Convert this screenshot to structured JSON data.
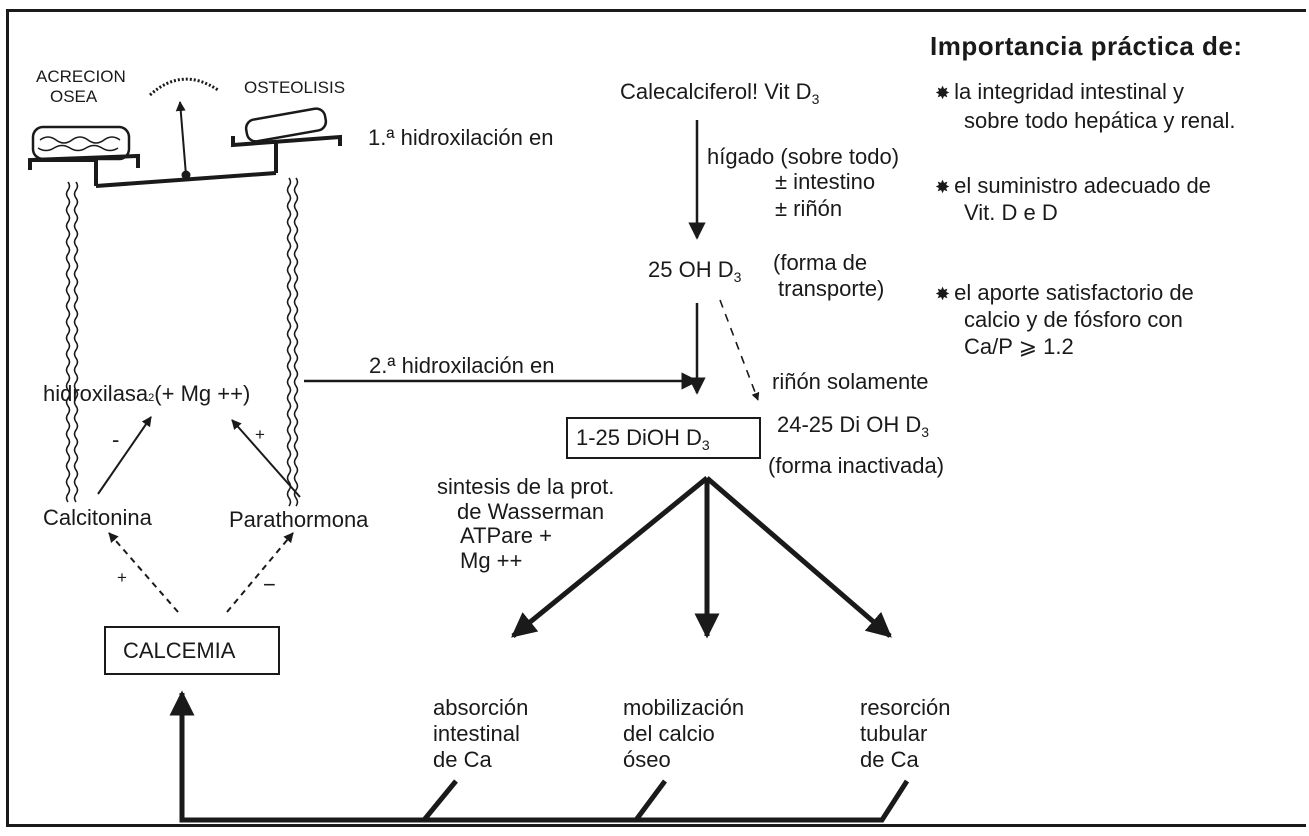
{
  "title": "Importancia práctica de:",
  "balance": {
    "left_label_1": "ACRECION",
    "left_label_2": "OSEA",
    "right_label": "OSTEOLISIS"
  },
  "hydroxylation": {
    "first": "1.ª hidroxilación en",
    "second": "2.ª hidroxilación en"
  },
  "vitamin_d": {
    "source": "Calecalciferol! Vit D",
    "source_sub": "3",
    "liver_1": "hígado (sobre todo)",
    "liver_2": "± intestino",
    "liver_3": "± riñón",
    "form25": "25 OH D",
    "form25_sub": "3",
    "transport_1": "(forma de",
    "transport_2": "transporte)",
    "kidney_only": "riñón solamente",
    "active": "1-25 DiOH D",
    "active_sub": "3",
    "inactive": "24-25 Di OH D",
    "inactive_sub": "3",
    "inactive_note": "(forma inactivada)"
  },
  "regulation": {
    "enzyme": "hidroxilasa",
    "enzyme_mark": "2",
    "enzyme_cofactor": "(+ Mg ++)",
    "minus": "-",
    "plus": "+",
    "calcitonin": "Calcitonina",
    "parathormone": "Parathormona",
    "calcemia": "CALCEMIA",
    "feedback_plus": "+",
    "feedback_minus": "−"
  },
  "synthesis": {
    "line1": "sintesis de la prot.",
    "line2": "de Wasserman",
    "line3": "ATPare +",
    "line4": "Mg ++"
  },
  "effects": [
    {
      "line1": "absorción",
      "line2": "intestinal",
      "line3": "de Ca"
    },
    {
      "line1": "mobilización",
      "line2": "del calcio",
      "line3": "óseo"
    },
    {
      "line1": "resorción",
      "line2": "tubular",
      "line3": "de Ca"
    }
  ],
  "importance": [
    {
      "line1": "la integridad intestinal y",
      "line2": "sobre todo hepática y renal."
    },
    {
      "line1": "el suministro adecuado de",
      "line2": "Vit. D e D"
    },
    {
      "line1": "el aporte satisfactorio de",
      "line2": "calcio y de fósforo con",
      "line3": "Ca/P ⩾  1.2"
    }
  ],
  "colors": {
    "ink": "#1a1a1a",
    "background": "#ffffff"
  }
}
